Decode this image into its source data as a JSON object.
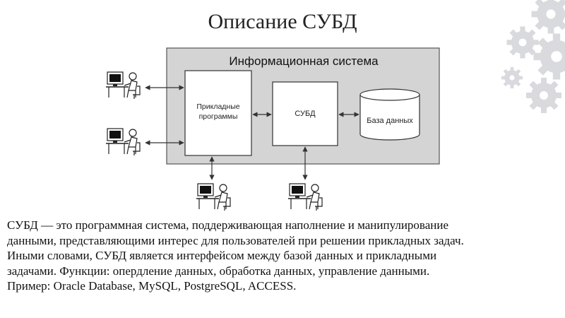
{
  "slide": {
    "title": "Описание СУБД",
    "diagram": {
      "system_title": "Информационная система",
      "apps_label_line1": "Прикладные",
      "apps_label_line2": "программы",
      "dbms_label": "СУБД",
      "db_label": "База данных"
    },
    "body_lines": [
      "СУБД — это программная система, поддерживающая наполнение и манипулирование",
      "данными, представляющими интерес для пользователей при решении прикладных задач.",
      "Иными словами, СУБД является интерфейсом между базой данных и прикладными",
      "задачами. Функции: опердление данных, обработка данных, управление данными.",
      "Пример: Oracle Database, MySQL, PostgreSQL, ACCESS."
    ]
  },
  "colors": {
    "system_fill": "#d4d4d4",
    "box_fill": "#ffffff",
    "stroke": "#333333",
    "gear": "#d8dadd"
  },
  "icons": [
    "user-at-computer-icon",
    "gear-icon"
  ]
}
